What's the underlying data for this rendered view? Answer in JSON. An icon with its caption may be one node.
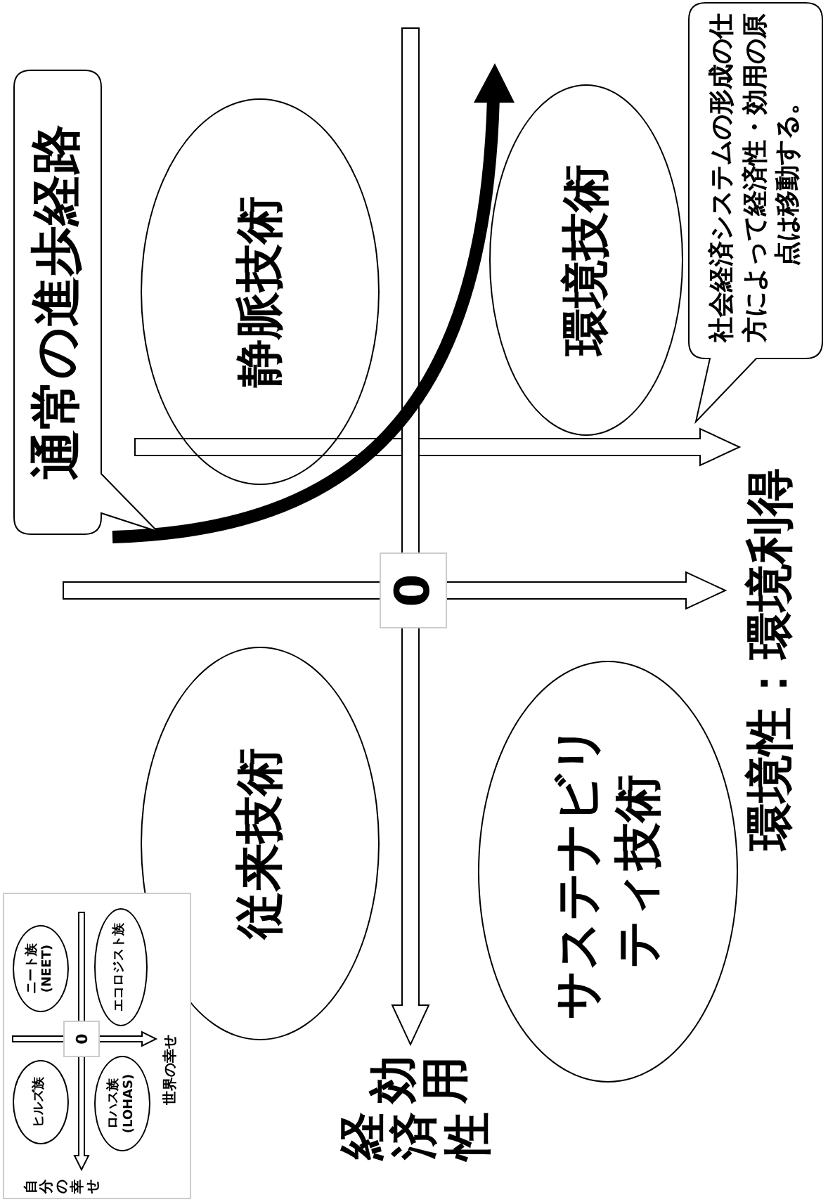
{
  "diagram": {
    "nodes": [
      {
        "text": [
          "通常の進歩経路"
        ]
      },
      {
        "text": [
          "静脈技術"
        ]
      },
      {
        "text": [
          "環境技術"
        ]
      },
      {
        "text": [
          "0"
        ]
      },
      {
        "text": [
          "社会経済システムの形成の仕方によって経済性・効用の原点は移動する。"
        ]
      },
      {
        "text": [
          "従来技術"
        ]
      },
      {
        "text": [
          "サステナビリティ技術"
        ]
      },
      {
        "text": [],
        "shape": "box"
      },
      {
        "text": [
          "ニート族 (NEET)"
        ],
        "in": 7
      },
      {
        "text": [
          "エコロジスト族"
        ],
        "in": 7
      },
      {
        "text": [
          "ヒルズ族"
        ],
        "in": 7
      },
      {
        "text": [
          "0"
        ],
        "in": 7
      },
      {
        "text": [
          "ロハス族 (LOHAS)"
        ],
        "in": 7
      }
    ],
    "labels": [
      "経済性",
      "効用",
      "環境性：環境利得",
      "自分の幸せ",
      "世界の幸せ"
    ]
  }
}
